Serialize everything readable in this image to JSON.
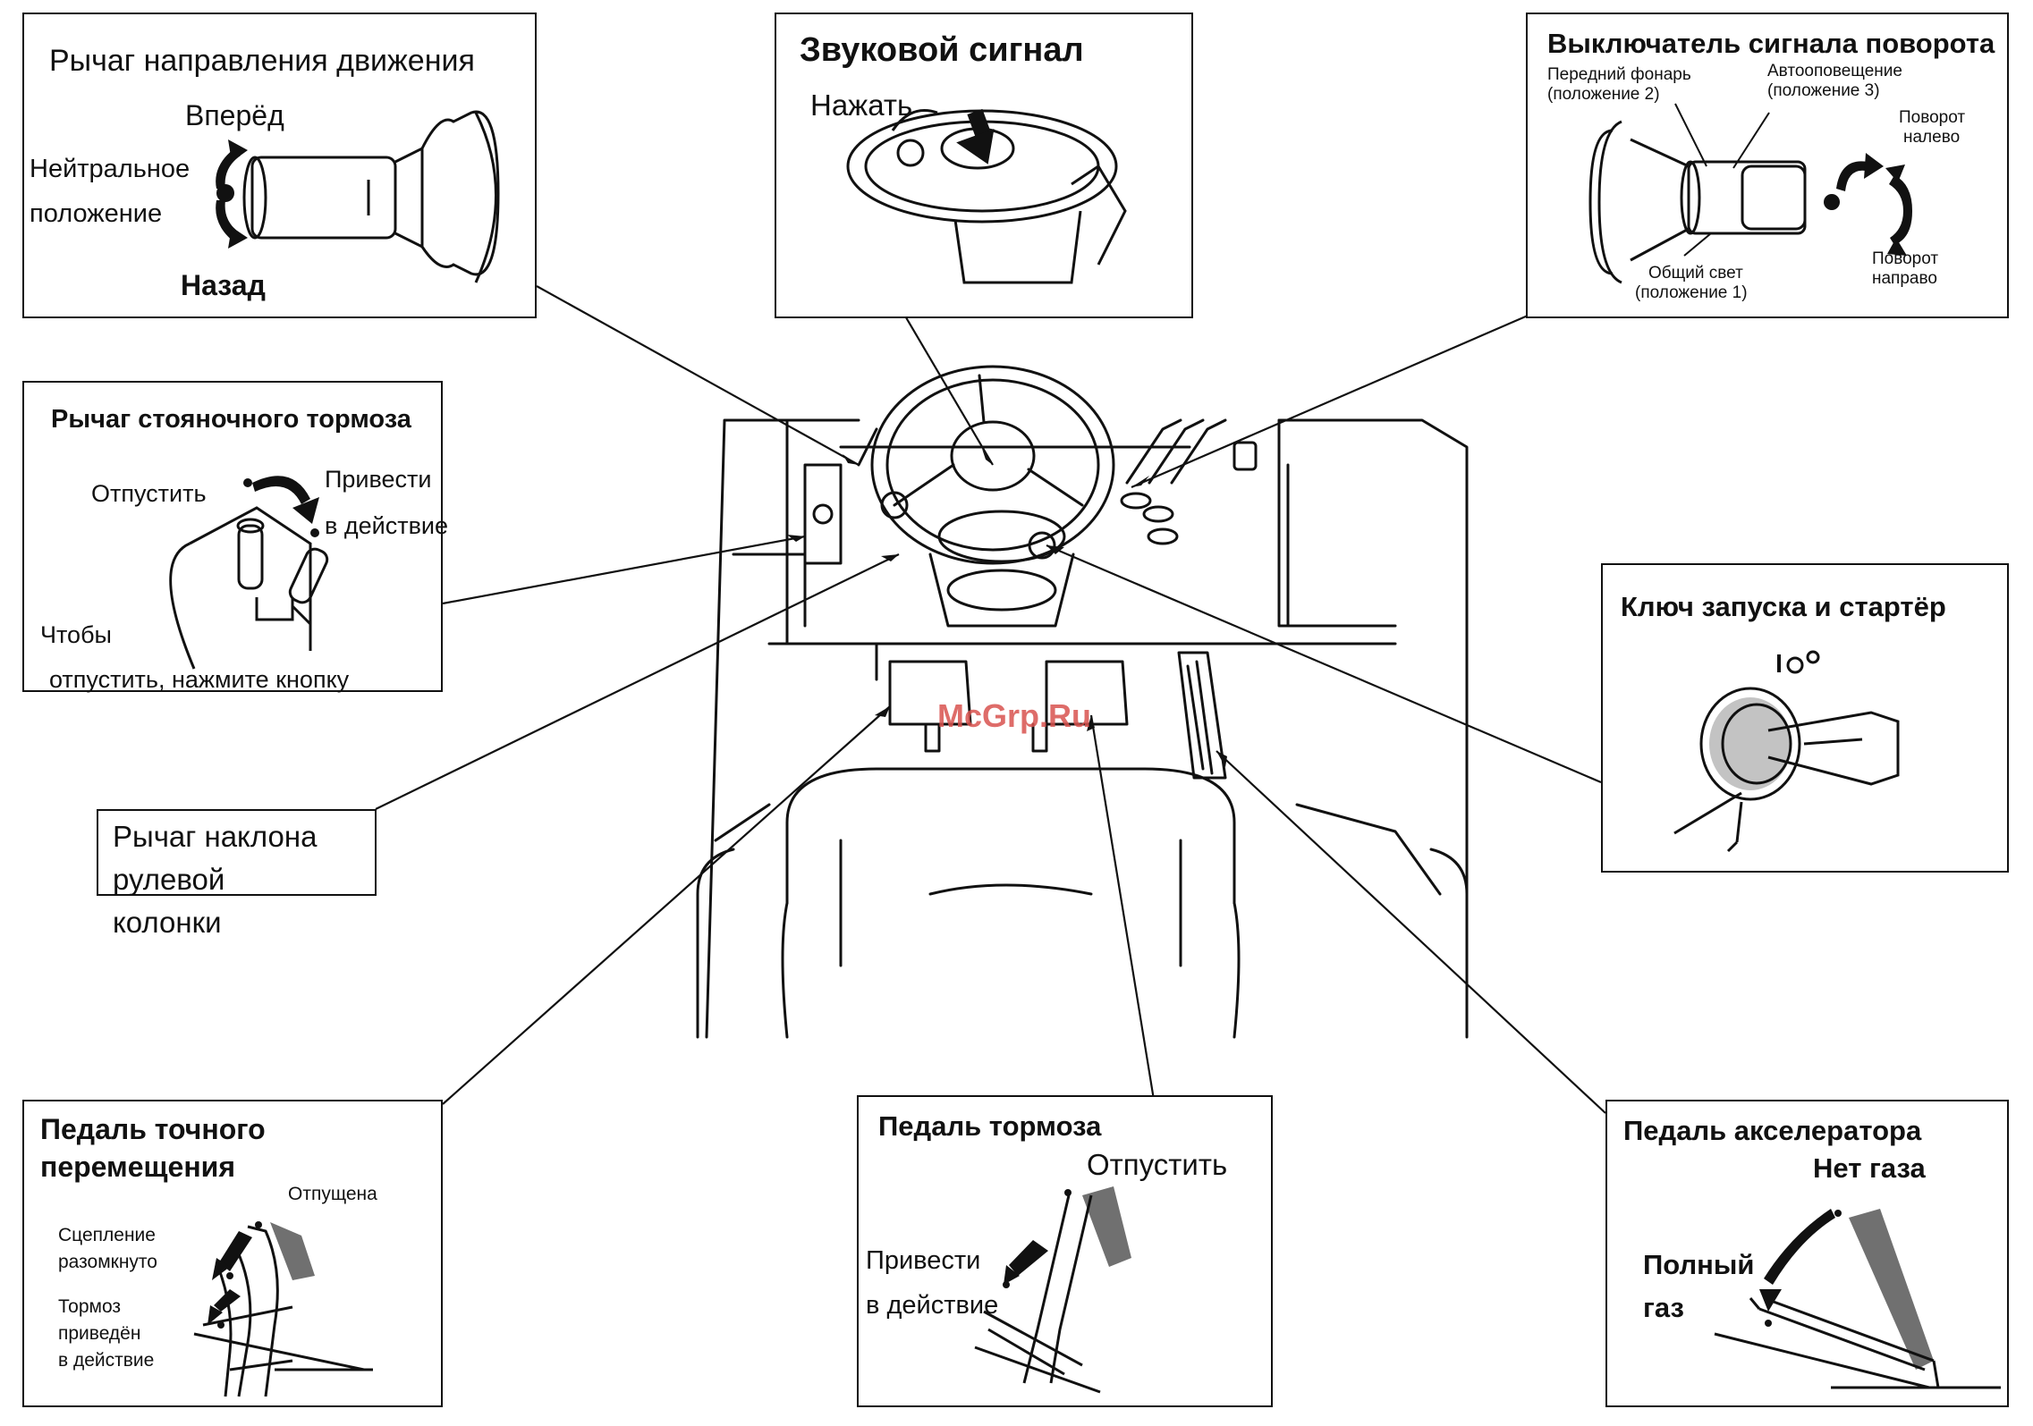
{
  "diagram": {
    "watermark": "McGrp.Ru",
    "direction_lever": {
      "title": "Рычаг направления движения",
      "forward": "Вперёд",
      "neutral_1": "Нейтральное",
      "neutral_2": "положение",
      "reverse": "Назад"
    },
    "horn": {
      "title": "Звуковой сигнал",
      "press": "Нажать"
    },
    "turn_signal": {
      "title": "Выключатель сигнала поворота",
      "front_lamp_1": "Передний фонарь",
      "front_lamp_2": "(положение 2)",
      "auto_warn_1": "Автооповещение",
      "auto_warn_2": "(положение 3)",
      "left_1": "Поворот",
      "left_2": "налево",
      "right_1": "Поворот",
      "right_2": "направо",
      "general_1": "Общий свет",
      "general_2": "(положение 1)"
    },
    "parking_brake": {
      "title": "Рычаг стояночного тормоза",
      "release": "Отпустить",
      "apply_1": "Привести",
      "apply_2": "в действие",
      "note_1": "Чтобы",
      "note_2": "отпустить, нажмите кнопку"
    },
    "ignition": {
      "title": "Ключ запуска и стартёр"
    },
    "tilt_lever": {
      "line_1": "Рычаг наклона",
      "line_2": "рулевой",
      "line_3": "колонки"
    },
    "inching_pedal": {
      "title_1": "Педаль точного",
      "title_2": "перемещения",
      "released": "Отпущена",
      "clutch_1": "Сцепление",
      "clutch_2": "разомкнуто",
      "brake_1": "Тормоз",
      "brake_2": "приведён",
      "brake_3": "в действие"
    },
    "brake_pedal": {
      "title": "Педаль тормоза",
      "release": "Отпустить",
      "apply_1": "Привести",
      "apply_2": "в действие"
    },
    "accelerator": {
      "title": "Педаль акселератора",
      "no_gas": "Нет газа",
      "full_1": "Полный",
      "full_2": "газ"
    }
  }
}
